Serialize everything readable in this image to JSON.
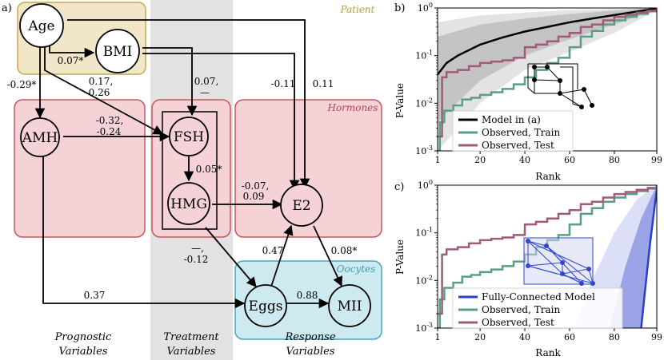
{
  "panel_labels": {
    "a": "a)",
    "b": "b)",
    "c": "c)"
  },
  "diagram": {
    "regions": {
      "patient": "Patient",
      "hormones": "Hormones",
      "oocytes": "Oocytes",
      "prognostic_1": "Prognostic",
      "prognostic_2": "Variables",
      "treatment_1": "Treatment",
      "treatment_2": "Variables",
      "response_1": "Response",
      "response_2": "Variables"
    },
    "nodes": {
      "age": "Age",
      "bmi": "BMI",
      "amh": "AMH",
      "fsh": "FSH",
      "hmg": "HMG",
      "e2": "E2",
      "eggs": "Eggs",
      "mii": "MII"
    },
    "edge_labels": {
      "age_bmi": "0.07*",
      "age_amh": "-0.29*",
      "age_fsh_1": "0.17,",
      "age_fsh_2": "0.26",
      "bmi_fsh_1": "0.07,",
      "bmi_fsh_2": "—",
      "age_e2": "-0.11",
      "bmi_e2": "0.11",
      "amh_fsh_1": "-0.32,",
      "amh_fsh_2": "-0.24",
      "fsh_hmg": "0.05*",
      "hmg_e2_1": "-0.07,",
      "hmg_e2_2": "0.09",
      "hmg_eggs_1": "—,",
      "hmg_eggs_2": "-0.12",
      "eggs_e2": "0.47",
      "e2_mii": "0.08*",
      "amh_eggs": "0.37",
      "eggs_mii": "0.88"
    }
  },
  "chart_data": [
    {
      "panel": "b",
      "type": "line",
      "xlabel": "Rank",
      "ylabel": "P-Value",
      "xlim": [
        1,
        99
      ],
      "ylim": [
        0.001,
        1
      ],
      "yscale": "log",
      "xticks": [
        "1",
        "20",
        "40",
        "60",
        "80",
        "99"
      ],
      "yticks": [
        "10^-3",
        "10^-2",
        "10^-1",
        "10^0"
      ],
      "legend_position": "lower-right",
      "series": [
        {
          "name": "Model in (a)",
          "color": "#000000",
          "x": [
            1,
            5,
            10,
            20,
            30,
            40,
            50,
            60,
            70,
            80,
            90,
            99
          ],
          "y": [
            0.04,
            0.07,
            0.1,
            0.17,
            0.24,
            0.32,
            0.4,
            0.5,
            0.6,
            0.71,
            0.84,
            0.98
          ]
        },
        {
          "name": "Observed, Train",
          "color": "#5a9e86",
          "x": [
            1,
            2,
            4,
            8,
            12,
            16,
            20,
            25,
            30,
            35,
            40,
            45,
            50,
            55,
            60,
            65,
            70,
            75,
            80,
            85,
            90,
            95,
            99
          ],
          "y": [
            0.001,
            0.004,
            0.007,
            0.009,
            0.012,
            0.013,
            0.015,
            0.017,
            0.02,
            0.025,
            0.035,
            0.05,
            0.07,
            0.09,
            0.15,
            0.25,
            0.33,
            0.45,
            0.55,
            0.65,
            0.75,
            0.85,
            0.98
          ]
        },
        {
          "name": "Observed, Test",
          "color": "#a05a7c",
          "x": [
            1,
            3,
            5,
            10,
            15,
            20,
            25,
            30,
            35,
            40,
            45,
            50,
            55,
            60,
            65,
            70,
            75,
            80,
            85,
            90,
            95,
            99
          ],
          "y": [
            0.002,
            0.035,
            0.045,
            0.05,
            0.06,
            0.07,
            0.075,
            0.08,
            0.09,
            0.15,
            0.17,
            0.2,
            0.25,
            0.3,
            0.4,
            0.45,
            0.55,
            0.65,
            0.72,
            0.8,
            0.88,
            0.98
          ]
        }
      ],
      "bands": [
        {
          "label": "outer",
          "color": "#e3e3e3",
          "x": [
            1,
            20,
            40,
            60,
            80,
            99
          ],
          "upper": [
            0.5,
            0.7,
            0.8,
            0.9,
            0.95,
            1.0
          ],
          "lower": [
            0.001,
            0.01,
            0.05,
            0.12,
            0.3,
            0.9
          ]
        },
        {
          "label": "inner",
          "color": "#c4c4c4",
          "x": [
            1,
            20,
            40,
            60,
            80,
            99
          ],
          "upper": [
            0.25,
            0.45,
            0.6,
            0.75,
            0.88,
            1.0
          ],
          "lower": [
            0.004,
            0.03,
            0.1,
            0.22,
            0.45,
            0.93
          ]
        }
      ]
    },
    {
      "panel": "c",
      "type": "line",
      "xlabel": "Rank",
      "ylabel": "P-Value",
      "xlim": [
        1,
        99
      ],
      "ylim": [
        0.001,
        1
      ],
      "yscale": "log",
      "xticks": [
        "1",
        "20",
        "40",
        "60",
        "80",
        "99"
      ],
      "yticks": [
        "10^-3",
        "10^-2",
        "10^-1",
        "10^0"
      ],
      "legend_position": "lower-right",
      "series": [
        {
          "name": "Fully-Connected Model",
          "color": "#2a3fc7",
          "x": [
            92,
            94,
            96,
            98,
            99
          ],
          "y": [
            0.001,
            0.008,
            0.06,
            0.35,
            0.8
          ]
        },
        {
          "name": "Observed, Train",
          "color": "#5a9e86",
          "x": [
            1,
            2,
            4,
            8,
            12,
            16,
            20,
            25,
            30,
            35,
            40,
            45,
            50,
            55,
            60,
            65,
            70,
            75,
            80,
            85,
            90,
            95,
            99
          ],
          "y": [
            0.001,
            0.004,
            0.007,
            0.009,
            0.012,
            0.013,
            0.015,
            0.017,
            0.02,
            0.025,
            0.035,
            0.05,
            0.07,
            0.09,
            0.15,
            0.25,
            0.33,
            0.45,
            0.55,
            0.65,
            0.75,
            0.85,
            0.98
          ]
        },
        {
          "name": "Observed, Test",
          "color": "#a05a7c",
          "x": [
            1,
            3,
            5,
            10,
            15,
            20,
            25,
            30,
            35,
            40,
            45,
            50,
            55,
            60,
            65,
            70,
            75,
            80,
            85,
            90,
            95,
            99
          ],
          "y": [
            0.002,
            0.035,
            0.045,
            0.05,
            0.06,
            0.07,
            0.075,
            0.08,
            0.09,
            0.15,
            0.17,
            0.2,
            0.25,
            0.3,
            0.4,
            0.45,
            0.55,
            0.65,
            0.72,
            0.8,
            0.88,
            0.98
          ]
        }
      ],
      "bands": [
        {
          "label": "outer",
          "color": "#dcdff8",
          "x": [
            62,
            70,
            80,
            90,
            99
          ],
          "upper": [
            0.001,
            0.01,
            0.1,
            0.5,
            1.0
          ],
          "lower": [
            0.001,
            0.001,
            0.001,
            0.001,
            0.6
          ]
        },
        {
          "label": "inner",
          "color": "#9aa3e6",
          "x": [
            78,
            85,
            92,
            99
          ],
          "upper": [
            0.001,
            0.02,
            0.2,
            1.0
          ],
          "lower": [
            0.001,
            0.001,
            0.001,
            0.8
          ]
        }
      ]
    }
  ]
}
